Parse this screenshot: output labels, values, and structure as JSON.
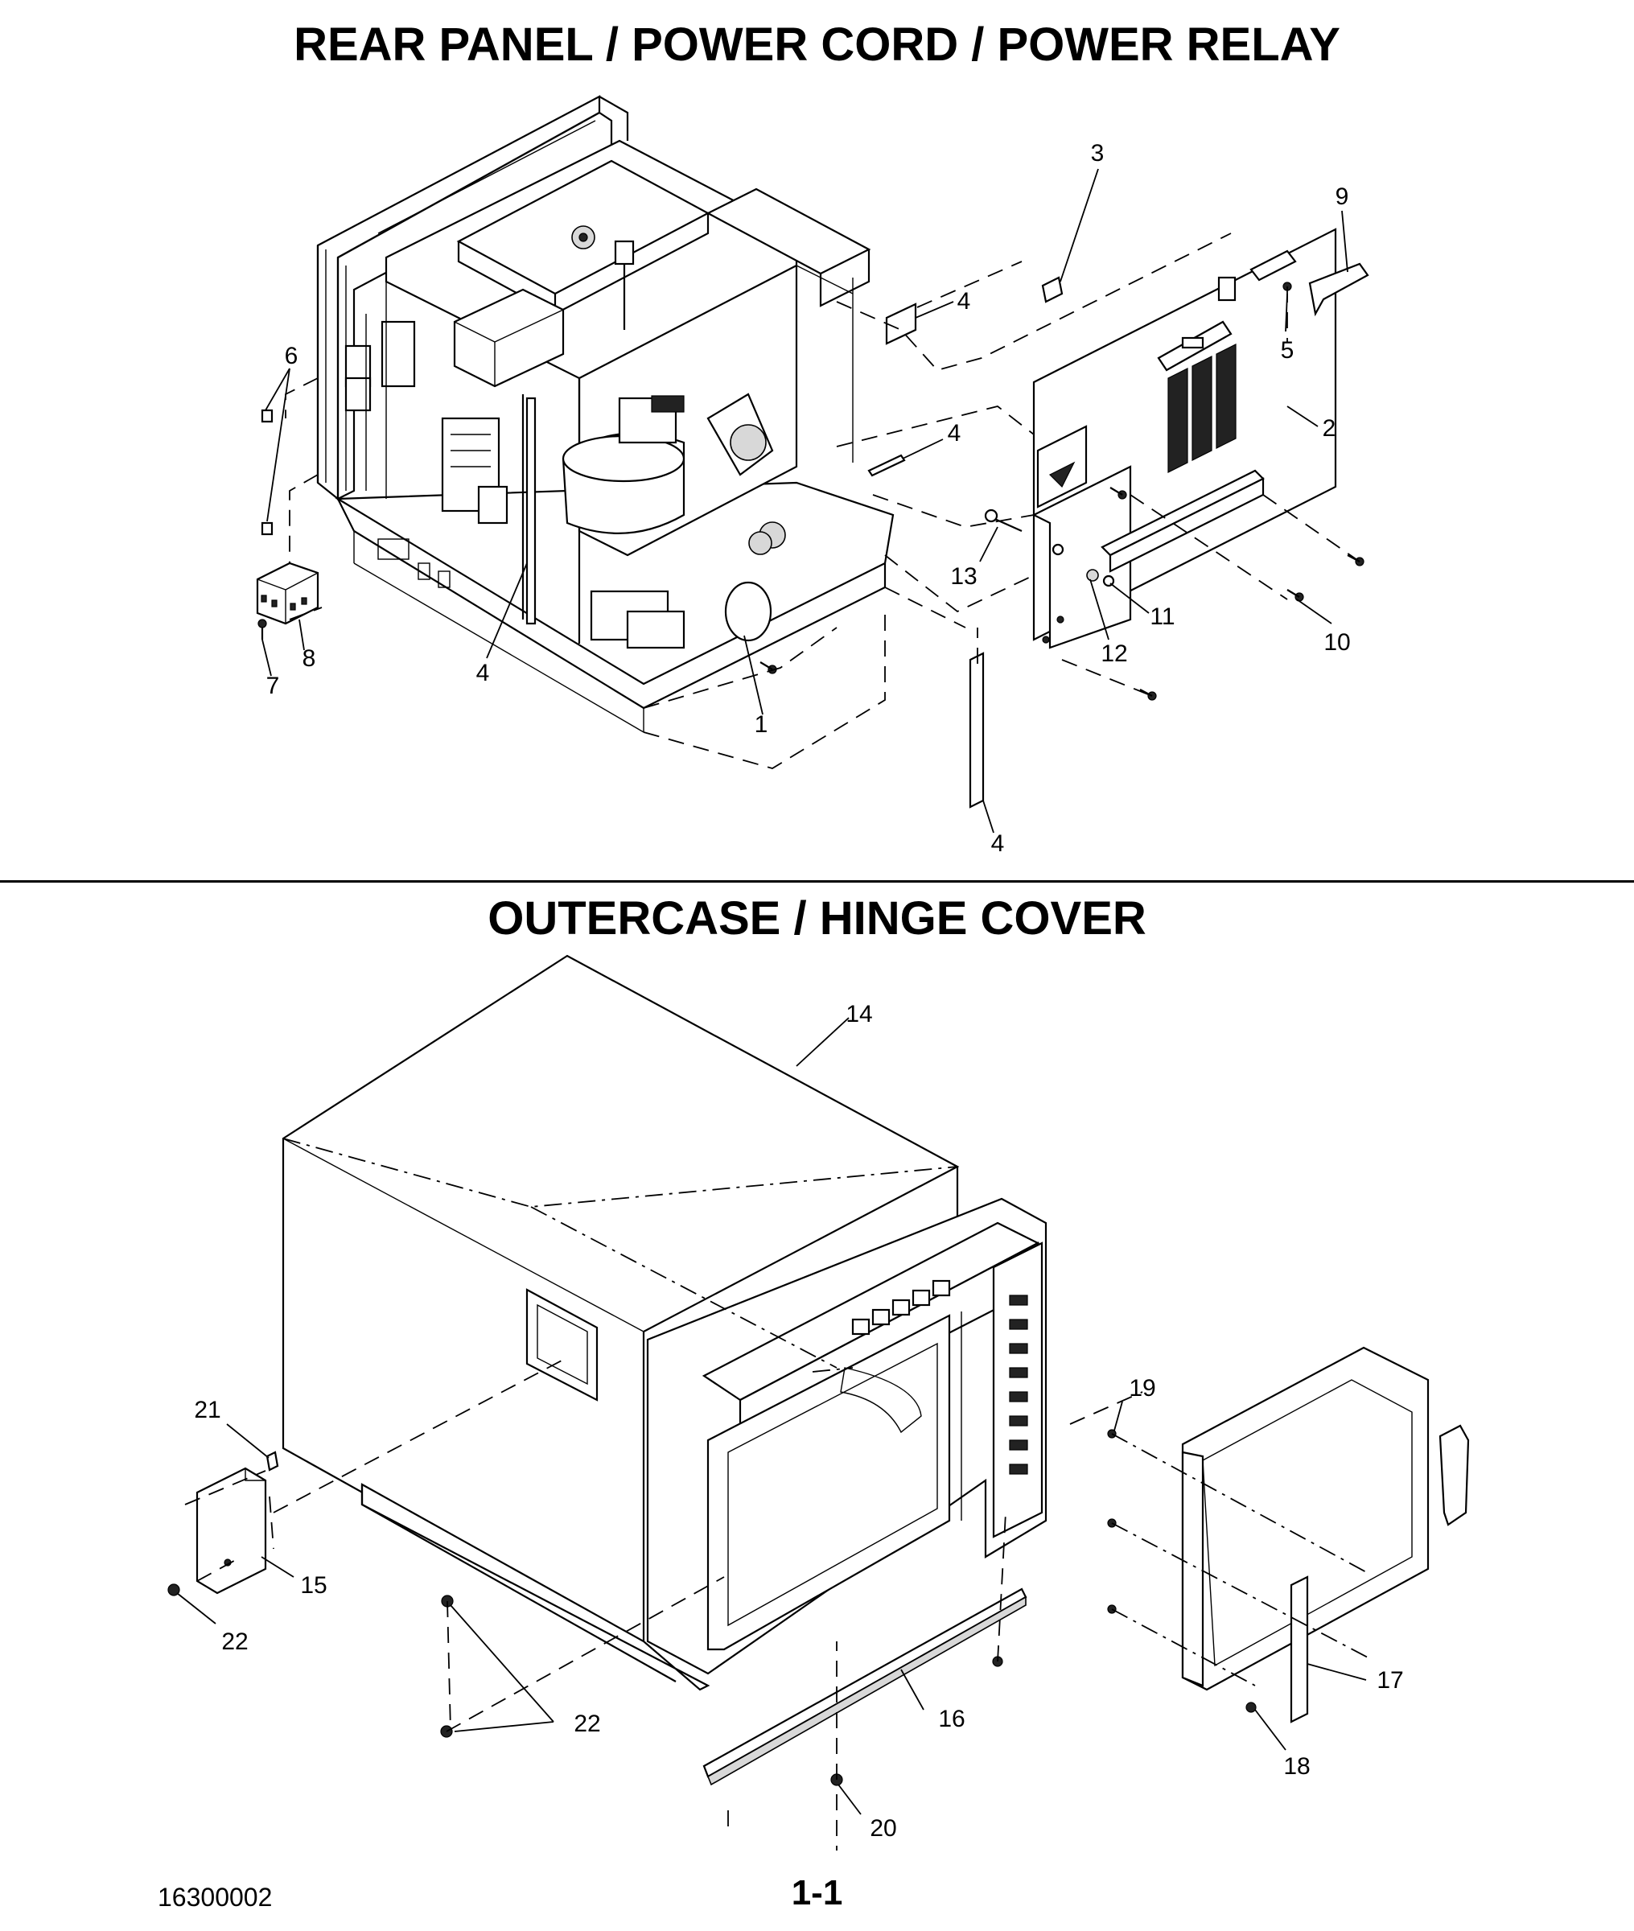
{
  "titles": {
    "top": "REAR PANEL / POWER CORD / POWER RELAY",
    "bottom": "OUTERCASE / HINGE COVER"
  },
  "footer": {
    "doc_number": "16300002",
    "page": "1-1"
  },
  "callouts_top": [
    "3",
    "9",
    "4",
    "5",
    "6",
    "2",
    "4",
    "13",
    "11",
    "12",
    "10",
    "8",
    "7",
    "4",
    "1",
    "4"
  ],
  "callouts_bottom": [
    "14",
    "19",
    "21",
    "15",
    "22",
    "22",
    "16",
    "17",
    "18",
    "20"
  ]
}
